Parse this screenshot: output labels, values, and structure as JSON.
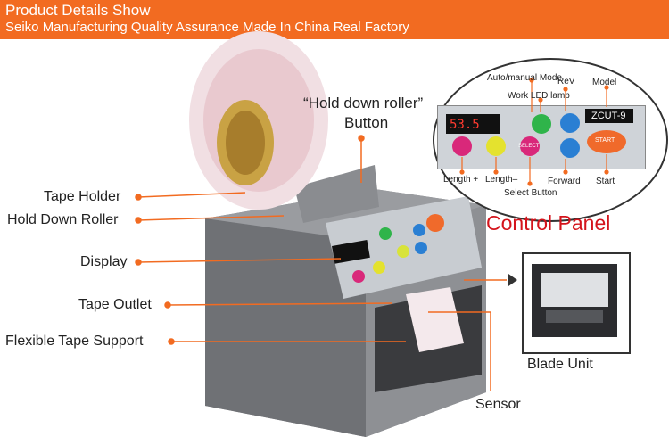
{
  "banner": {
    "title": "Product Details Show",
    "subtitle": "Seiko Manufacturing Quality Assurance Made In China Real Factory"
  },
  "labels": {
    "hold_down_roller_button_line1": "“Hold down roller”",
    "hold_down_roller_button_line2": "Button",
    "tape_holder": "Tape Holder",
    "hold_down_roller": "Hold Down Roller",
    "display": "Display",
    "tape_outlet": "Tape Outlet",
    "flexible_tape_support": "Flexible Tape Support",
    "blade_unit": "Blade Unit",
    "sensor": "Sensor",
    "control_panel": "Control Panel"
  },
  "control_panel": {
    "auto_manual_mode": "Auto/manual Mode",
    "work_led_lamp": "Work LED lamp",
    "rev": "ReV",
    "model_label": "Model",
    "model_name": "ZCUT-9",
    "length_plus": "Length +",
    "length_minus": "Length–",
    "select_button": "Select Button",
    "forward": "Forward",
    "start": "Start",
    "start_button": "START",
    "select_key": "SELECT",
    "display_value": "53.5"
  },
  "colors": {
    "banner": "#f26b21",
    "leader": "#f26b21",
    "control_panel_text": "#d4141c"
  }
}
